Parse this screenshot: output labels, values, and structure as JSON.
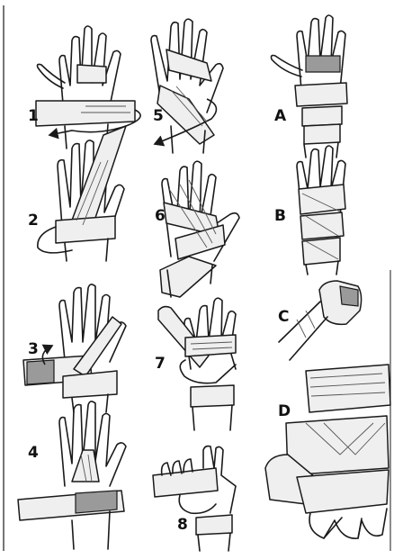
{
  "steps": {
    "s1": "1",
    "s2": "2",
    "s3": "3",
    "s4": "4",
    "s5": "5",
    "s6": "6",
    "s7": "7",
    "s8": "8",
    "sA": "A",
    "sB": "B",
    "sC": "C",
    "sD": "D"
  }
}
